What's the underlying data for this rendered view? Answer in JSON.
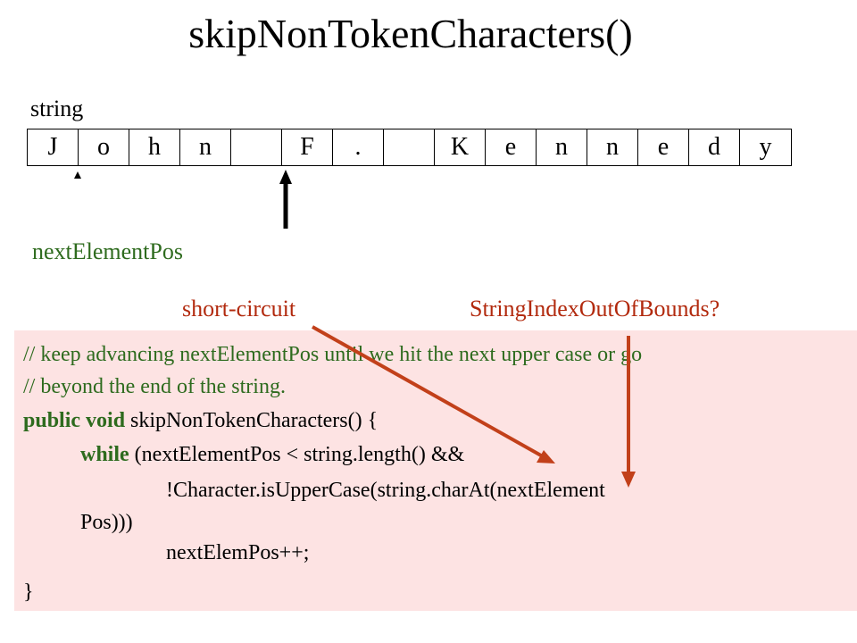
{
  "title": "skipNonTokenCharacters()",
  "string_label": "string",
  "cells": [
    "J",
    "o",
    "h",
    "n",
    "",
    "F",
    ".",
    "",
    "K",
    "e",
    "n",
    "n",
    "e",
    "d",
    "y"
  ],
  "pointer_label": "nextElementPos",
  "annotations": {
    "short_circuit": "short-circuit",
    "out_of_bounds": "StringIndexOutOfBounds?"
  },
  "code": {
    "comment1": "// keep advancing nextElementPos until we hit the next upper case or go",
    "comment2": "// beyond the end of the string.",
    "sig_kw": "public void",
    "sig_rest": " skipNonTokenCharacters()  {",
    "while_kw": "while",
    "while_rest": " (nextElementPos < string.length()  &&",
    "cond": "!Character.isUpperCase(string.charAt(nextElement",
    "cond_wrap": "Pos)))",
    "increment": "nextElemPos++;",
    "close": "}"
  },
  "colors": {
    "comment": "#2e6b1e",
    "annotation": "#b22a0e",
    "code_bg": "#fde3e3"
  }
}
